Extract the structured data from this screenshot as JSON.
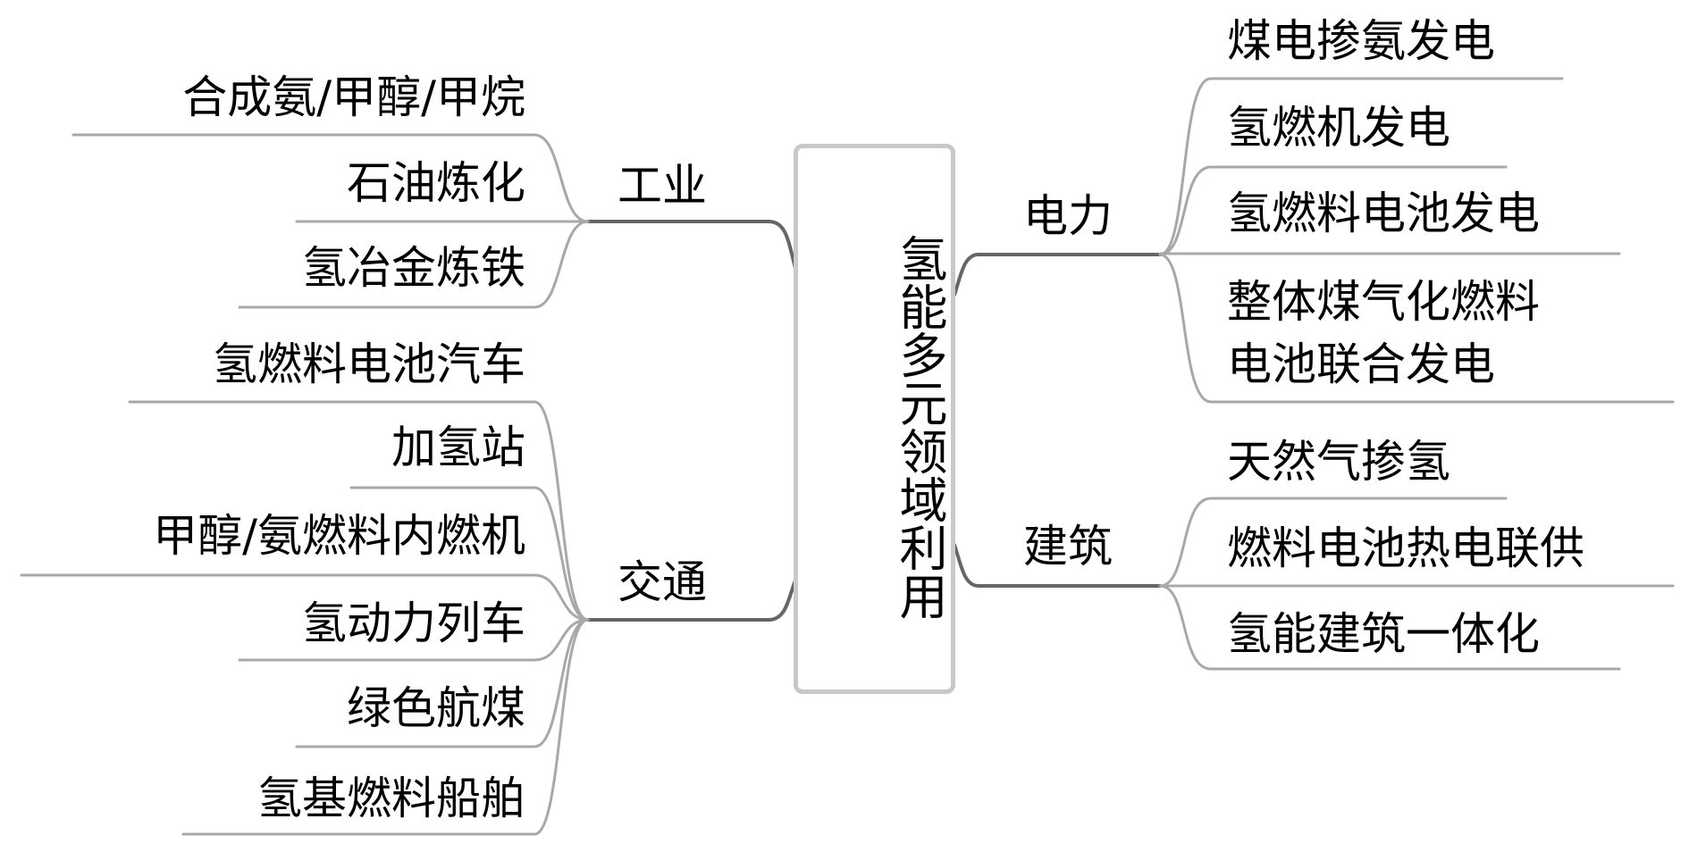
{
  "root": "氢能多元领域利用",
  "branches": {
    "industry": {
      "label": "工业",
      "items": [
        "合成氨/甲醇/甲烷",
        "石油炼化",
        "氢冶金炼铁"
      ]
    },
    "transport": {
      "label": "交通",
      "items": [
        "氢燃料电池汽车",
        "加氢站",
        "甲醇/氨燃料内燃机",
        "氢动力列车",
        "绿色航煤",
        "氢基燃料船舶"
      ]
    },
    "power": {
      "label": "电力",
      "items": [
        "煤电掺氨发电",
        "氢燃机发电",
        "氢燃料电池发电",
        "整体煤气化燃料",
        "电池联合发电"
      ]
    },
    "building": {
      "label": "建筑",
      "items": [
        "天然气掺氢",
        "燃料电池热电联供",
        "氢能建筑一体化"
      ]
    }
  },
  "colors": {
    "line": "#a0a0a0",
    "hub_line": "#666666",
    "box_border": "#c8c8c8"
  }
}
